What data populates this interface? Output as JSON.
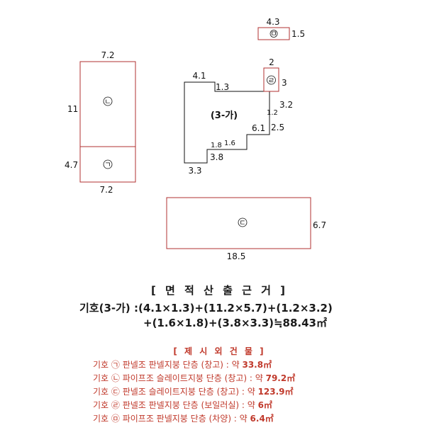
{
  "diagram": {
    "dims": {
      "top_43": "4.3",
      "top_15": "1.5",
      "left_72_top": "7.2",
      "left_11": "11",
      "left_47": "4.7",
      "left_72_bottom": "7.2",
      "main_41": "4.1",
      "main_13": "1.3",
      "main_2": "2",
      "main_3": "3",
      "main_32": "3.2",
      "main_12": "1.2",
      "main_25": "2.5",
      "main_61": "6.1",
      "main_18": "1.8",
      "main_16": "1.6",
      "main_38": "3.8",
      "main_33": "3.3",
      "big_67": "6.7",
      "big_185": "18.5"
    },
    "labels": {
      "mu": "ㅁ",
      "ri": "ㄹ",
      "nieun": "ㄴ",
      "giyeok": "ㄱ",
      "digeut": "ㄷ",
      "main": "(3-가)"
    },
    "colors": {
      "outline": "#b03030",
      "main_outline": "#111111"
    }
  },
  "area_basis": {
    "title": "[ 면 적 산 출 근 거 ]",
    "line1": "기호(3-가) :(4.1×1.3)+(11.2×5.7)+(1.2×3.2)",
    "line2": "+(1.6×1.8)+(3.8×3.3)≒88.43㎡"
  },
  "existing": {
    "title": "[ 제 시 외 건 물 ]",
    "items": [
      {
        "text": "기호 ㉠ 판넬조 판넬지붕 단층 (창고) : 약 ",
        "value": "33.8㎡"
      },
      {
        "text": "기호 ㉡ 파이프조 슬레이트지붕 단층 (창고) : 약 ",
        "value": "79.2㎡"
      },
      {
        "text": "기호 ㉢ 판넬조 슬레이트지붕 단층 (창고) : 약 ",
        "value": "123.9㎡"
      },
      {
        "text": "기호 ㉣ 판넬조 판넬지붕 단층 (보일러실) : 약 ",
        "value": "6㎡"
      },
      {
        "text": "기호 ㉤ 파이프조 판넬지붕 단층 (차양) : 약 ",
        "value": "6.4㎡"
      }
    ],
    "color": "#c0392b"
  }
}
